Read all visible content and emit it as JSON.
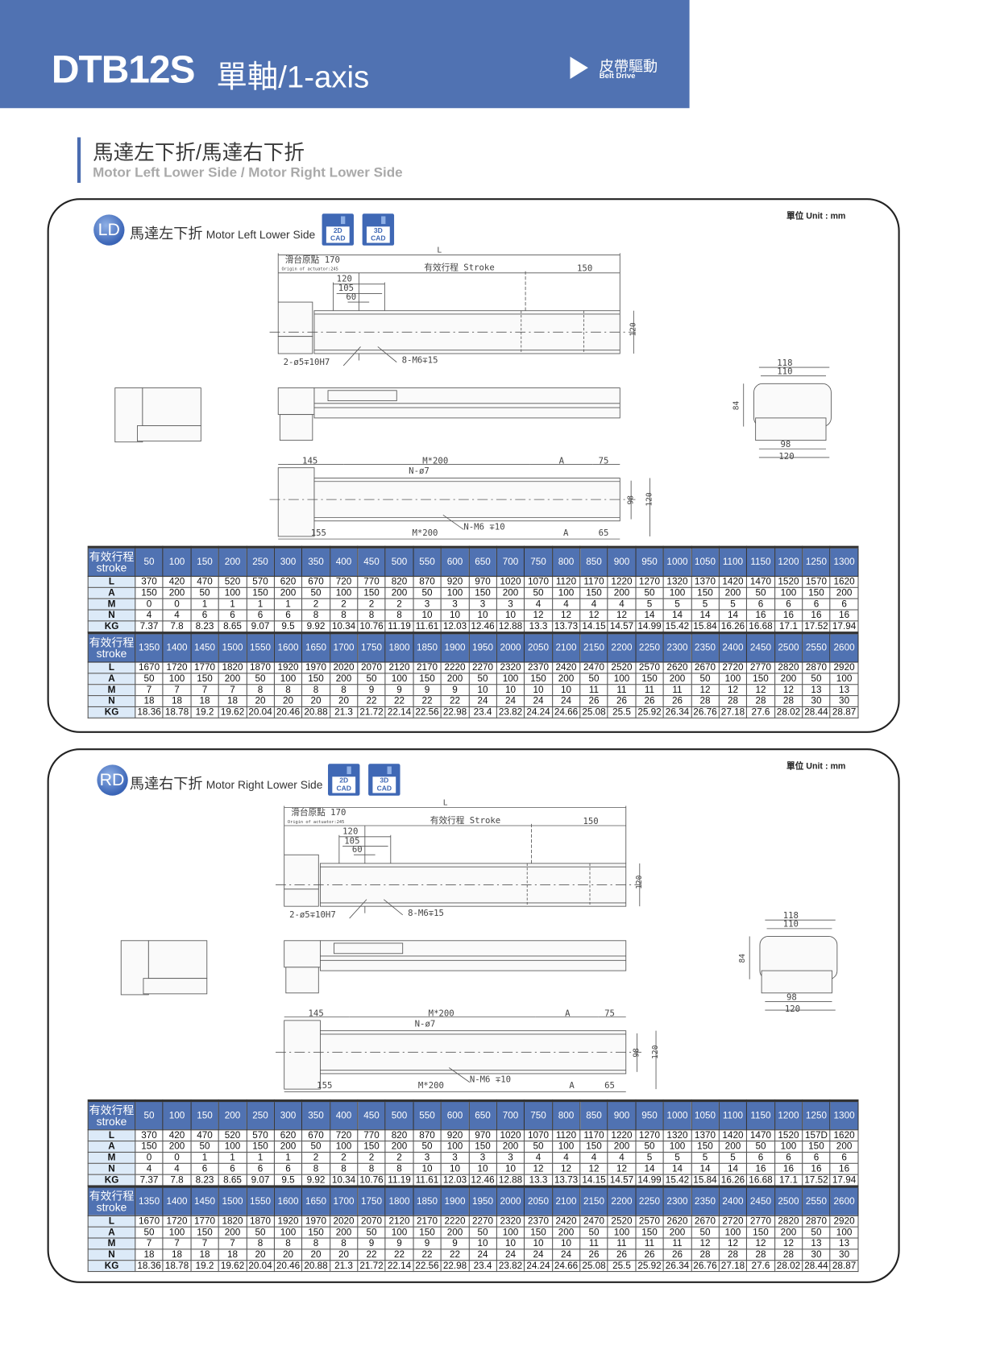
{
  "header": {
    "model": "DTB12S",
    "subtitle": "單軸/1-axis",
    "drive_cn": "皮帶驅動",
    "drive_en": "Belt Drive"
  },
  "section_title": {
    "cn": "馬達左下折/馬達右下折",
    "en": "Motor Left Lower Side / Motor Right Lower Side"
  },
  "colors": {
    "brand": "#5072b2",
    "row_label_bg": "#dceaf8"
  },
  "drawing_labels": {
    "L": "L",
    "origin": "滑台原點 170",
    "origin_en": "Origin of actuator:245",
    "stroke": "有效行程 Stroke",
    "d150": "150",
    "d120": "120",
    "d105": "105",
    "d60": "60",
    "hole1": "2-ø5∓10H7",
    "hole2": "8-M6∓15",
    "h120": "120",
    "e118": "118",
    "e110": "110",
    "e84": "84",
    "e98": "98",
    "e120": "120",
    "b145": "145",
    "bM200": "M*200",
    "bA": "A",
    "b75": "75",
    "bN7": "N-ø7",
    "b98": "98",
    "b120": "120",
    "b155": "155",
    "bM200b": "M*200",
    "bA2": "A",
    "b65": "65",
    "bNM6": "N-M6 ∓10"
  },
  "sections": [
    {
      "code": "LD",
      "title_cn": "馬達左下折",
      "title_en": "Motor Left Lower Side",
      "unit": "單位 Unit : mm",
      "cad": [
        {
          "l1": "2D",
          "l2": "CAD"
        },
        {
          "l1": "3D",
          "l2": "CAD"
        }
      ],
      "stroke_label_cn": "有效行程",
      "stroke_label_en": "stroke",
      "tables": [
        {
          "strokes": [
            "50",
            "100",
            "150",
            "200",
            "250",
            "300",
            "350",
            "400",
            "450",
            "500",
            "550",
            "600",
            "650",
            "700",
            "750",
            "800",
            "850",
            "900",
            "950",
            "1000",
            "1050",
            "1100",
            "1150",
            "1200",
            "1250",
            "1300"
          ],
          "rows": [
            {
              "label": "L",
              "values": [
                "370",
                "420",
                "470",
                "520",
                "570",
                "620",
                "670",
                "720",
                "770",
                "820",
                "870",
                "920",
                "970",
                "1020",
                "1070",
                "1120",
                "1170",
                "1220",
                "1270",
                "1320",
                "1370",
                "1420",
                "1470",
                "1520",
                "1570",
                "1620"
              ]
            },
            {
              "label": "A",
              "values": [
                "150",
                "200",
                "50",
                "100",
                "150",
                "200",
                "50",
                "100",
                "150",
                "200",
                "50",
                "100",
                "150",
                "200",
                "50",
                "100",
                "150",
                "200",
                "50",
                "100",
                "150",
                "200",
                "50",
                "100",
                "150",
                "200"
              ]
            },
            {
              "label": "M",
              "values": [
                "0",
                "0",
                "1",
                "1",
                "1",
                "1",
                "2",
                "2",
                "2",
                "2",
                "3",
                "3",
                "3",
                "3",
                "4",
                "4",
                "4",
                "4",
                "5",
                "5",
                "5",
                "5",
                "6",
                "6",
                "6",
                "6"
              ]
            },
            {
              "label": "N",
              "values": [
                "4",
                "4",
                "6",
                "6",
                "6",
                "6",
                "8",
                "8",
                "8",
                "8",
                "10",
                "10",
                "10",
                "10",
                "12",
                "12",
                "12",
                "12",
                "14",
                "14",
                "14",
                "14",
                "16",
                "16",
                "16",
                "16"
              ]
            },
            {
              "label": "KG",
              "values": [
                "7.37",
                "7.8",
                "8.23",
                "8.65",
                "9.07",
                "9.5",
                "9.92",
                "10.34",
                "10.76",
                "11.19",
                "11.61",
                "12.03",
                "12.46",
                "12.88",
                "13.3",
                "13.73",
                "14.15",
                "14.57",
                "14.99",
                "15.42",
                "15.84",
                "16.26",
                "16.68",
                "17.1",
                "17.52",
                "17.94"
              ]
            }
          ]
        },
        {
          "strokes": [
            "1350",
            "1400",
            "1450",
            "1500",
            "1550",
            "1600",
            "1650",
            "1700",
            "1750",
            "1800",
            "1850",
            "1900",
            "1950",
            "2000",
            "2050",
            "2100",
            "2150",
            "2200",
            "2250",
            "2300",
            "2350",
            "2400",
            "2450",
            "2500",
            "2550",
            "2600"
          ],
          "rows": [
            {
              "label": "L",
              "values": [
                "1670",
                "1720",
                "1770",
                "1820",
                "1870",
                "1920",
                "1970",
                "2020",
                "2070",
                "2120",
                "2170",
                "2220",
                "2270",
                "2320",
                "2370",
                "2420",
                "2470",
                "2520",
                "2570",
                "2620",
                "2670",
                "2720",
                "2770",
                "2820",
                "2870",
                "2920"
              ]
            },
            {
              "label": "A",
              "values": [
                "50",
                "100",
                "150",
                "200",
                "50",
                "100",
                "150",
                "200",
                "50",
                "100",
                "150",
                "200",
                "50",
                "100",
                "150",
                "200",
                "50",
                "100",
                "150",
                "200",
                "50",
                "100",
                "150",
                "200",
                "50",
                "100"
              ]
            },
            {
              "label": "M",
              "values": [
                "7",
                "7",
                "7",
                "7",
                "8",
                "8",
                "8",
                "8",
                "9",
                "9",
                "9",
                "9",
                "10",
                "10",
                "10",
                "10",
                "11",
                "11",
                "11",
                "11",
                "12",
                "12",
                "12",
                "12",
                "13",
                "13"
              ]
            },
            {
              "label": "N",
              "values": [
                "18",
                "18",
                "18",
                "18",
                "20",
                "20",
                "20",
                "20",
                "22",
                "22",
                "22",
                "22",
                "24",
                "24",
                "24",
                "24",
                "26",
                "26",
                "26",
                "26",
                "28",
                "28",
                "28",
                "28",
                "30",
                "30"
              ]
            },
            {
              "label": "KG",
              "values": [
                "18.36",
                "18.78",
                "19.2",
                "19.62",
                "20.04",
                "20.46",
                "20.88",
                "21.3",
                "21.72",
                "22.14",
                "22.56",
                "22.98",
                "23.4",
                "23.82",
                "24.24",
                "24.66",
                "25.08",
                "25.5",
                "25.92",
                "26.34",
                "26.76",
                "27.18",
                "27.6",
                "28.02",
                "28.44",
                "28.87"
              ]
            }
          ]
        }
      ]
    },
    {
      "code": "RD",
      "title_cn": "馬達右下折",
      "title_en": "Motor Right Lower Side",
      "unit": "單位 Unit : mm",
      "cad": [
        {
          "l1": "2D",
          "l2": "CAD"
        },
        {
          "l1": "3D",
          "l2": "CAD"
        }
      ],
      "stroke_label_cn": "有效行程",
      "stroke_label_en": "stroke",
      "tables": [
        {
          "strokes": [
            "50",
            "100",
            "150",
            "200",
            "250",
            "300",
            "350",
            "400",
            "450",
            "500",
            "550",
            "600",
            "650",
            "700",
            "750",
            "800",
            "850",
            "900",
            "950",
            "1000",
            "1050",
            "1100",
            "1150",
            "1200",
            "1250",
            "1300"
          ],
          "rows": [
            {
              "label": "L",
              "values": [
                "370",
                "420",
                "470",
                "520",
                "570",
                "620",
                "670",
                "720",
                "770",
                "820",
                "870",
                "920",
                "970",
                "1020",
                "1070",
                "1120",
                "1170",
                "1220",
                "1270",
                "1320",
                "1370",
                "1420",
                "1470",
                "1520",
                "157D",
                "1620"
              ]
            },
            {
              "label": "A",
              "values": [
                "150",
                "200",
                "50",
                "100",
                "150",
                "200",
                "50",
                "100",
                "150",
                "200",
                "50",
                "100",
                "150",
                "200",
                "50",
                "100",
                "150",
                "200",
                "50",
                "100",
                "150",
                "200",
                "50",
                "100",
                "150",
                "200"
              ]
            },
            {
              "label": "M",
              "values": [
                "0",
                "0",
                "1",
                "1",
                "1",
                "1",
                "2",
                "2",
                "2",
                "2",
                "3",
                "3",
                "3",
                "3",
                "4",
                "4",
                "4",
                "4",
                "5",
                "5",
                "5",
                "5",
                "6",
                "6",
                "6",
                "6"
              ]
            },
            {
              "label": "N",
              "values": [
                "4",
                "4",
                "6",
                "6",
                "6",
                "6",
                "8",
                "8",
                "8",
                "8",
                "10",
                "10",
                "10",
                "10",
                "12",
                "12",
                "12",
                "12",
                "14",
                "14",
                "14",
                "14",
                "16",
                "16",
                "16",
                "16"
              ]
            },
            {
              "label": "KG",
              "values": [
                "7.37",
                "7.8",
                "8.23",
                "8.65",
                "9.07",
                "9.5",
                "9.92",
                "10.34",
                "10.76",
                "11.19",
                "11.61",
                "12.03",
                "12.46",
                "12.88",
                "13.3",
                "13.73",
                "14.15",
                "14.57",
                "14.99",
                "15.42",
                "15.84",
                "16.26",
                "16.68",
                "17.1",
                "17.52",
                "17.94"
              ]
            }
          ]
        },
        {
          "strokes": [
            "1350",
            "1400",
            "1450",
            "1500",
            "1550",
            "1600",
            "1650",
            "1700",
            "1750",
            "1800",
            "1850",
            "1900",
            "1950",
            "2000",
            "2050",
            "2100",
            "2150",
            "2200",
            "2250",
            "2300",
            "2350",
            "2400",
            "2450",
            "2500",
            "2550",
            "2600"
          ],
          "rows": [
            {
              "label": "L",
              "values": [
                "1670",
                "1720",
                "1770",
                "1820",
                "1870",
                "1920",
                "1970",
                "2020",
                "2070",
                "2120",
                "2170",
                "2220",
                "2270",
                "2320",
                "2370",
                "2420",
                "2470",
                "2520",
                "2570",
                "2620",
                "2670",
                "2720",
                "2770",
                "2820",
                "2870",
                "2920"
              ]
            },
            {
              "label": "A",
              "values": [
                "50",
                "100",
                "150",
                "200",
                "50",
                "100",
                "150",
                "200",
                "50",
                "100",
                "150",
                "200",
                "50",
                "100",
                "150",
                "200",
                "50",
                "100",
                "150",
                "200",
                "50",
                "100",
                "150",
                "200",
                "50",
                "100"
              ]
            },
            {
              "label": "M",
              "values": [
                "7",
                "7",
                "7",
                "7",
                "8",
                "8",
                "8",
                "8",
                "9",
                "9",
                "9",
                "9",
                "10",
                "10",
                "10",
                "10",
                "11",
                "11",
                "11",
                "11",
                "12",
                "12",
                "12",
                "12",
                "13",
                "13"
              ]
            },
            {
              "label": "N",
              "values": [
                "18",
                "18",
                "18",
                "18",
                "20",
                "20",
                "20",
                "20",
                "22",
                "22",
                "22",
                "22",
                "24",
                "24",
                "24",
                "24",
                "26",
                "26",
                "26",
                "26",
                "28",
                "28",
                "28",
                "28",
                "30",
                "30"
              ]
            },
            {
              "label": "KG",
              "values": [
                "18.36",
                "18.78",
                "19.2",
                "19.62",
                "20.04",
                "20.46",
                "20.88",
                "21.3",
                "21.72",
                "22.14",
                "22.56",
                "22.98",
                "23.4",
                "23.82",
                "24.24",
                "24.66",
                "25.08",
                "25.5",
                "25.92",
                "26.34",
                "26.76",
                "27.18",
                "27.6",
                "28.02",
                "28.44",
                "28.87"
              ]
            }
          ]
        }
      ]
    }
  ]
}
